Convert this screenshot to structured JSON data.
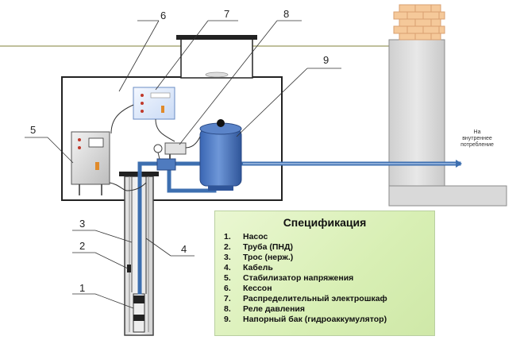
{
  "callouts": [
    "1",
    "2",
    "3",
    "4",
    "5",
    "6",
    "7",
    "8",
    "9"
  ],
  "house_note": [
    "На",
    "внутреннее",
    "потребление"
  ],
  "specification": {
    "title": "Спецификация",
    "items": [
      {
        "num": "1.",
        "label": "Насос"
      },
      {
        "num": "2.",
        "label": "Труба (ПНД)"
      },
      {
        "num": "3.",
        "label": "Трос (нерж.)"
      },
      {
        "num": "4.",
        "label": "Кабель"
      },
      {
        "num": "5.",
        "label": "Стабилизатор напряжения"
      },
      {
        "num": "6.",
        "label": "Кессон"
      },
      {
        "num": "7.",
        "label": "Распределительный электрошкаф"
      },
      {
        "num": "8.",
        "label": "Реле давления"
      },
      {
        "num": "9.",
        "label": "Напорный бак (гидроаккумулятор)"
      }
    ]
  },
  "colors": {
    "pipe": "#3d6fb0",
    "tank": "#4472c4",
    "brick": "#f5c99a",
    "spec_background": "#d8efb4"
  }
}
